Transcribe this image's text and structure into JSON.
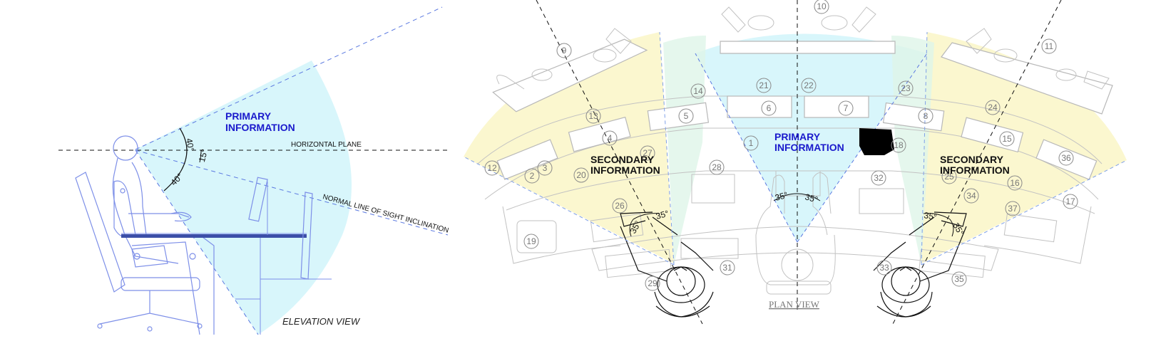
{
  "elevation": {
    "primary_label": [
      "PRIMARY",
      "INFORMATION"
    ],
    "horizontal_plane": "HORIZONTAL PLANE",
    "line_of_sight": "NORMAL LINE OF SIGHT INCLINATION",
    "angles": [
      "40°",
      "15°",
      "40°"
    ],
    "view_title": "ELEVATION VIEW",
    "colors": {
      "primary_zone": "#d8f6fb",
      "label": "#1a1acc",
      "figure": "#7d8fe8"
    }
  },
  "plan": {
    "primary_label": [
      "PRIMARY",
      "INFORMATION"
    ],
    "secondary_left": [
      "SECONDARY",
      "INFORMATION"
    ],
    "secondary_right": [
      "SECONDARY",
      "INFORMATION"
    ],
    "view_title": "PLAN VIEW",
    "angles": [
      "35°",
      "35°",
      "35°",
      "35°",
      "35°",
      "35°"
    ],
    "numbers": [
      "1",
      "2",
      "3",
      "4",
      "5",
      "6",
      "7",
      "8",
      "9",
      "10",
      "11",
      "12",
      "13",
      "14",
      "15",
      "16",
      "17",
      "18",
      "19",
      "20",
      "21",
      "22",
      "23",
      "24",
      "25",
      "26",
      "27",
      "28",
      "29",
      "31",
      "32",
      "33",
      "34",
      "35",
      "36",
      "37"
    ],
    "colors": {
      "primary_zone": "#d8f6fb",
      "secondary_zone": "#fbf7cf"
    }
  }
}
